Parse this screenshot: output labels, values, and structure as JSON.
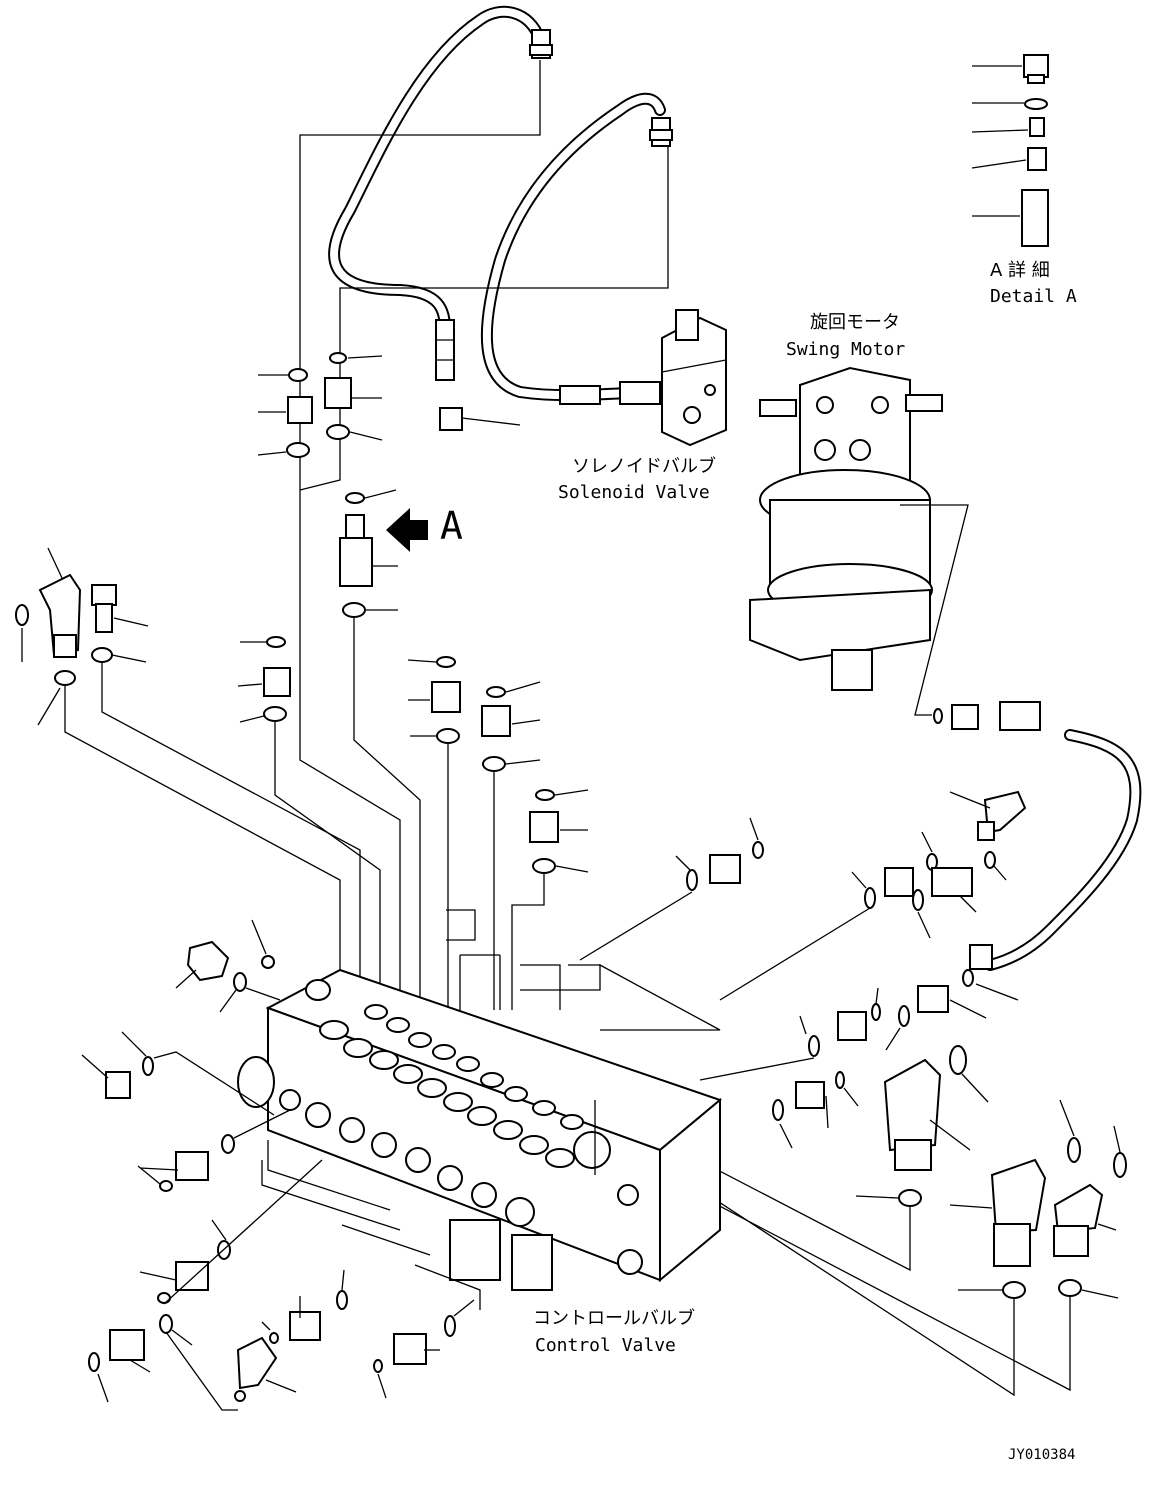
{
  "labels": {
    "detail_a_jp": "A 詳 細",
    "detail_a_en": "Detail A",
    "swing_motor_jp": "旋回モータ",
    "swing_motor_en": "Swing Motor",
    "solenoid_jp": "ソレノイドバルブ",
    "solenoid_en": "Solenoid Valve",
    "control_jp": "コントロールバルブ",
    "control_en": "Control Valve",
    "view_letter": "A",
    "drawing_number": "JY010384"
  }
}
